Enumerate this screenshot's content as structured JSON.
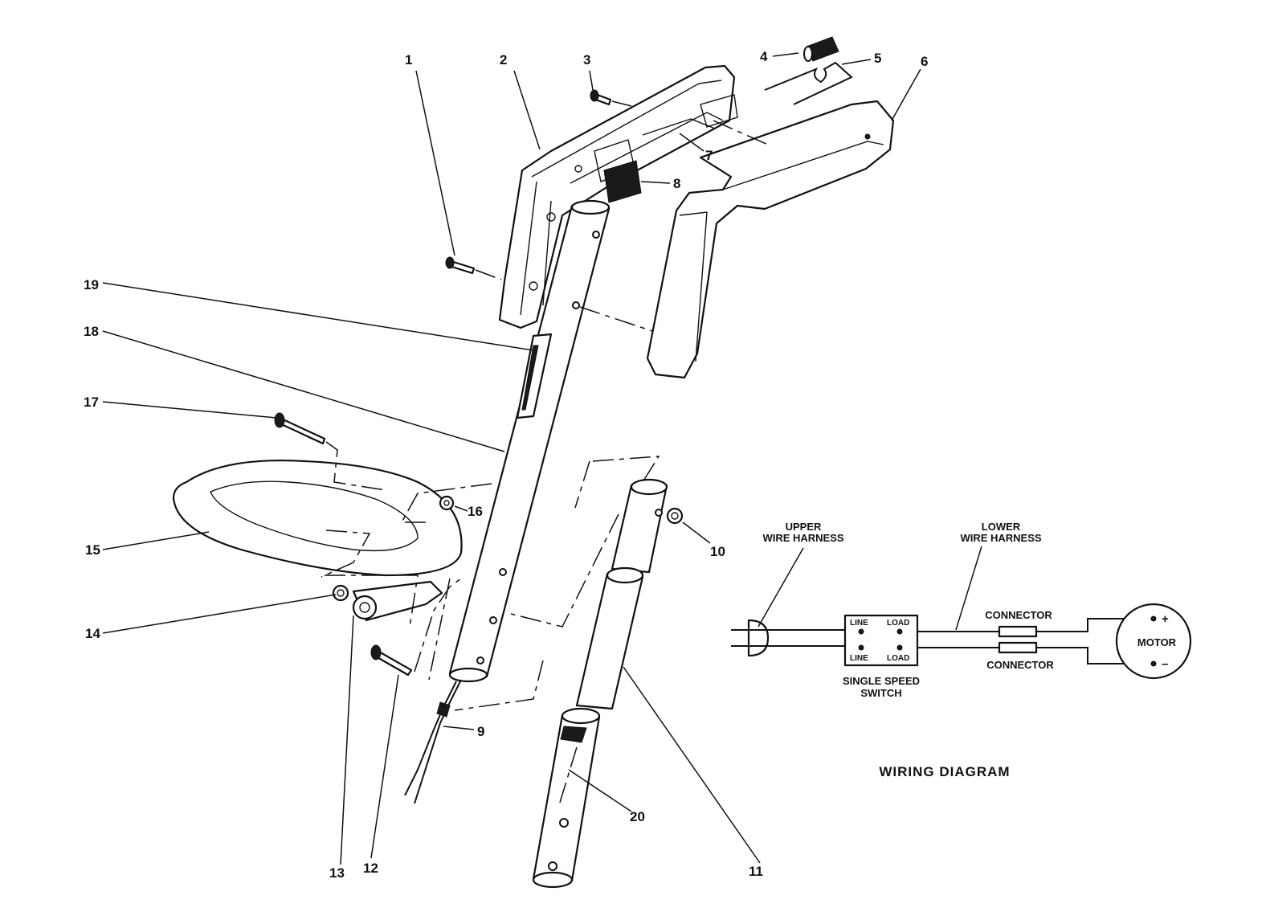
{
  "callouts": [
    "1",
    "2",
    "3",
    "4",
    "5",
    "6",
    "7",
    "8",
    "9",
    "10",
    "11",
    "12",
    "13",
    "14",
    "15",
    "16",
    "17",
    "18",
    "19",
    "20"
  ],
  "wiring": {
    "title": "WIRING DIAGRAM",
    "upper_harness": [
      "UPPER",
      "WIRE HARNESS"
    ],
    "lower_harness": [
      "LOWER",
      "WIRE HARNESS"
    ],
    "switch_terminals": {
      "line_top": "LINE",
      "load_top": "LOAD",
      "line_bottom": "LINE",
      "load_bottom": "LOAD"
    },
    "switch_label": [
      "SINGLE SPEED",
      "SWITCH"
    ],
    "connector_top": "CONNECTOR",
    "connector_bottom": "CONNECTOR",
    "motor": "MOTOR",
    "plus": "+",
    "minus": "–"
  }
}
